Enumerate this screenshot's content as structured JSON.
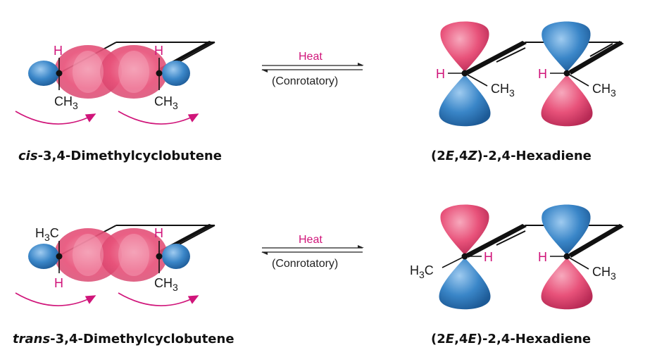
{
  "reactions": [
    {
      "reactant_name": {
        "prefix": "cis",
        "rest": "-3,4-Dimethylcyclobutene"
      },
      "product_name": {
        "pre": "(2",
        "e1": "E",
        "mid": ",4",
        "e2": "Z",
        "post": ")-2,4-Hexadiene"
      },
      "reactant_left_top": "H",
      "reactant_left_bottom": "CH3",
      "reactant_right_top": "H",
      "reactant_right_bottom": "CH3",
      "product_left_sub": "H",
      "product_left_methyl": "CH3",
      "product_right_sub": "H",
      "product_right_methyl": "CH3",
      "arrow_top": "Heat",
      "arrow_bottom": "(Conrotatory)"
    },
    {
      "reactant_name": {
        "prefix": "trans",
        "rest": "-3,4-Dimethylcyclobutene"
      },
      "product_name": {
        "pre": "(2",
        "e1": "E",
        "mid": ",4",
        "e2": "E",
        "post": ")-2,4-Hexadiene"
      },
      "reactant_left_top": "H3C",
      "reactant_left_bottom": "H",
      "reactant_right_top": "H",
      "reactant_right_bottom": "CH3",
      "product_left_sub": "H3C",
      "product_left_h": "H",
      "product_right_sub": "H",
      "product_right_methyl": "CH3",
      "arrow_top": "Heat",
      "arrow_bottom": "(Conrotatory)"
    }
  ],
  "colors": {
    "pink_lobe": "#e8527a",
    "blue_lobe": "#3a86c8",
    "hydrogen_label": "#d0157a",
    "rotation_arrow": "#d0157a"
  }
}
